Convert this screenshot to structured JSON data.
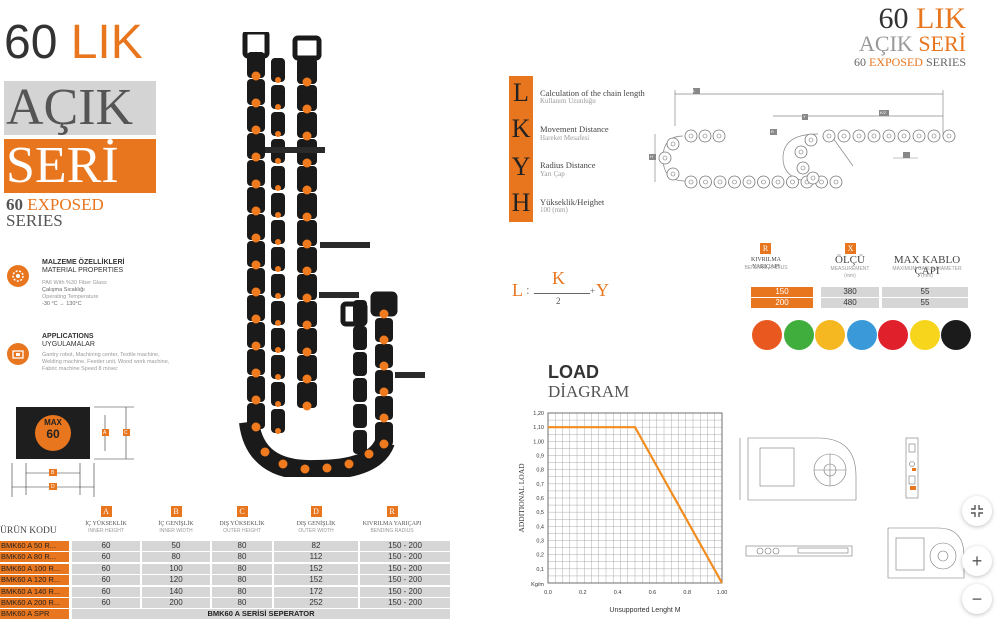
{
  "left_title": {
    "num": "60",
    "lik": "LIK",
    "acik": "AÇIK",
    "seri": "SERİ",
    "exposed_num": "60",
    "exposed_word": "EXPOSED",
    "series": "SERIES"
  },
  "material": {
    "title_tr": "MALZEME ÖZELLİKLERİ",
    "title_en": "MATERIAL PROPERTIES",
    "line1": "PA6 With %30 Fiber Glass",
    "line2": "Çalışma Sıcaklığı",
    "line3": "Operating Temperature",
    "line4": "-30 °C → 130°C"
  },
  "applications": {
    "title_tr": "APPLICATIONS",
    "title_en": "UYGULAMALAR",
    "line1": "Gantry robot, Machining center, Textile machine,",
    "line2": "Welding machine, Feeder unit, Wood work machine,",
    "line3": "Fabric machine Speed 8 m/sec"
  },
  "cross_section": {
    "max_label": "MAX",
    "max_value": "60",
    "letter_a": "A",
    "letter_b": "B",
    "letter_c": "C",
    "letter_d": "D"
  },
  "product_table": {
    "urun_kodu": "ÜRÜN KODU",
    "columns": [
      {
        "letter": "A",
        "tr": "İÇ YÜKSEKLİK",
        "en": "INNER HEIGHT"
      },
      {
        "letter": "B",
        "tr": "İÇ GENİŞLİK",
        "en": "INNER WIDTH"
      },
      {
        "letter": "C",
        "tr": "DIŞ YÜKSEKLİK",
        "en": "OUTER HEIGHT"
      },
      {
        "letter": "D",
        "tr": "DIŞ GENİŞLİK",
        "en": "OUTER WIDTH"
      },
      {
        "letter": "R",
        "tr": "KIVRILMA YARIÇAPI",
        "en": "BENDING RADIUS"
      }
    ],
    "rows": [
      {
        "code": "BMK60 A 50 R...",
        "a": "60",
        "b": "50",
        "c": "80",
        "d": "82",
        "r": "150 - 200"
      },
      {
        "code": "BMK60 A 80 R...",
        "a": "60",
        "b": "80",
        "c": "80",
        "d": "112",
        "r": "150 - 200"
      },
      {
        "code": "BMK60 A 100 R...",
        "a": "60",
        "b": "100",
        "c": "80",
        "d": "152",
        "r": "150 - 200"
      },
      {
        "code": "BMK60 A 120 R...",
        "a": "60",
        "b": "120",
        "c": "80",
        "d": "152",
        "r": "150 - 200"
      },
      {
        "code": "BMK60 A 140 R...",
        "a": "60",
        "b": "140",
        "c": "80",
        "d": "172",
        "r": "150 - 200"
      },
      {
        "code": "BMK60 A 200 R...",
        "a": "60",
        "b": "200",
        "c": "80",
        "d": "252",
        "r": "150 - 200"
      }
    ],
    "spr_code": "BMK60 A SPR",
    "spr_text": "BMK60 A SERİSİ SEPERATOR"
  },
  "right_title": {
    "num": "60",
    "lik": "LIK",
    "acik": "AÇIK",
    "seri": "SERİ",
    "exposed_num": "60",
    "exposed_word": "EXPOSED",
    "series": "SERIES"
  },
  "lkyh": [
    {
      "letter": "L",
      "label": "Calculation of the chain  length",
      "sub": "Kullanım Uzunluğu"
    },
    {
      "letter": "K",
      "label": "Movement Distance",
      "sub": "Hareket Mesafesi"
    },
    {
      "letter": "Y",
      "label": "Radius Distance",
      "sub": "Yarı Çap"
    },
    {
      "letter": "H",
      "label": "Yükseklik/Heighet",
      "sub": "100 (mm)"
    }
  ],
  "formula": {
    "l": "L",
    "colon": ":",
    "k": "K",
    "two": "2",
    "plus": "+",
    "y": "Y"
  },
  "diagram_labels": {
    "h": "H",
    "l": "L",
    "k2": "K/2",
    "r": "R",
    "y": "Y"
  },
  "rx_table": {
    "r_letter": "R",
    "r_tr": "KIVRILMA YARIÇAPI",
    "r_en": "BENDING RADIUS",
    "x_letter": "X",
    "x_tr": "ÖLÇÜ",
    "x_en": "MEASUREMENT",
    "x_unit": "(mm)",
    "max_tr": "MAX KABLO ÇAPI",
    "max_en": "MAXIMUM CABLE DIAMETER",
    "max_unit": "(mm)",
    "rows": [
      {
        "r": "150",
        "x": "380",
        "max": "55"
      },
      {
        "r": "200",
        "x": "480",
        "max": "55"
      }
    ]
  },
  "colors": [
    "#e8581f",
    "#3fae3c",
    "#f5b820",
    "#3a9ad9",
    "#e0202a",
    "#f7d51c",
    "#1b1b1b"
  ],
  "load": {
    "title1": "LOAD",
    "title2": "DİAGRAM"
  },
  "chart_data": {
    "type": "line",
    "xlabel": "Unsupported Lenght M",
    "ylabel": "ADDITIONAL LOAD",
    "yunit": "Kg/m",
    "xlim": [
      0.0,
      1.0
    ],
    "ylim": [
      0.0,
      1.2
    ],
    "xticks": [
      "0.0",
      "0.2",
      "0.4",
      "0.6",
      "0.8",
      "1.00"
    ],
    "yticks": [
      "0,1",
      "0,2",
      "0,3",
      "0,4",
      "0,5",
      "0,6",
      "0,7",
      "0,8",
      "0,9",
      "1,00",
      "1,10",
      "1,20"
    ],
    "series": [
      {
        "x": [
          0.0,
          0.5,
          1.0
        ],
        "y": [
          1.1,
          1.1,
          0.0
        ],
        "color": "#f28c1e"
      }
    ],
    "grid": true
  },
  "zoom": {
    "fit": "fit-icon",
    "plus": "+",
    "minus": "−"
  }
}
